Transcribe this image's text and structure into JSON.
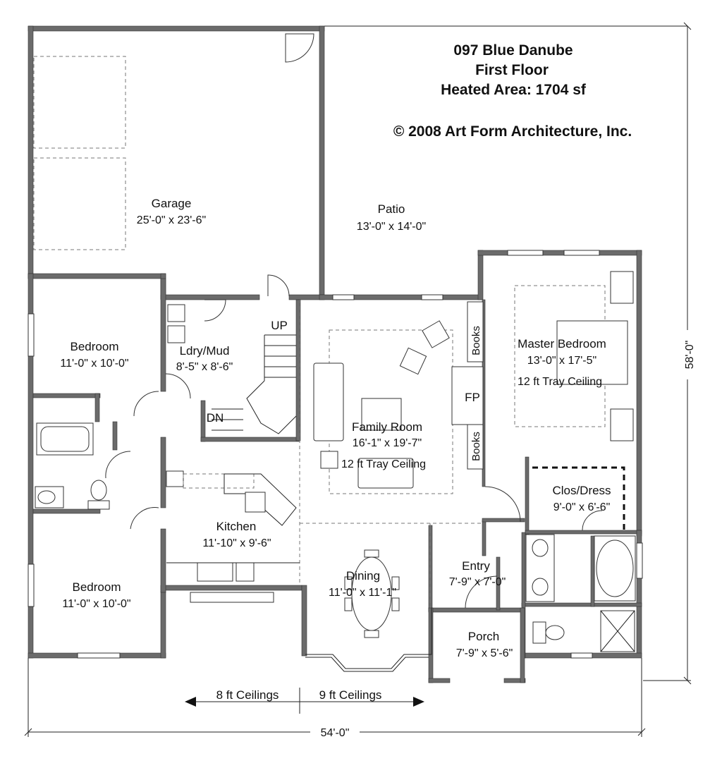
{
  "title": {
    "line1": "097 Blue Danube",
    "line2": "First Floor",
    "line3": "Heated Area:  1704 sf",
    "copyright": "© 2008 Art Form Architecture, Inc."
  },
  "rooms": {
    "garage": {
      "name": "Garage",
      "dims": "25'-0\" x 23'-6\""
    },
    "patio": {
      "name": "Patio",
      "dims": "13'-0\" x 14'-0\""
    },
    "bedroom_top": {
      "name": "Bedroom",
      "dims": "11'-0\" x 10'-0\""
    },
    "laundry": {
      "name": "Ldry/Mud",
      "dims": "8'-5\" x 8'-6\""
    },
    "master": {
      "name": "Master Bedroom",
      "dims": "13'-0\" x 17'-5\"",
      "ceiling": "12 ft Tray Ceiling"
    },
    "family": {
      "name": "Family Room",
      "dims": "16'-1\" x 19'-7\"",
      "ceiling": "12 ft Tray Ceiling"
    },
    "closet": {
      "name": "Clos/Dress",
      "dims": "9'-0\" x 6'-6\""
    },
    "kitchen": {
      "name": "Kitchen",
      "dims": "11'-10\" x 9'-6\""
    },
    "dining": {
      "name": "Dining",
      "dims": "11'-0\" x 11'-1\""
    },
    "entry": {
      "name": "Entry",
      "dims": "7'-9\" x 7'-0\""
    },
    "bedroom_bottom": {
      "name": "Bedroom",
      "dims": "11'-0\" x 10'-0\""
    },
    "porch": {
      "name": "Porch",
      "dims": "7'-9\" x 5'-6\""
    }
  },
  "labels": {
    "up": "UP",
    "dn": "DN",
    "books_top": "Books",
    "books_bottom": "Books",
    "fp": "FP"
  },
  "ceilings": {
    "left": "8 ft Ceilings",
    "right": "9 ft Ceilings"
  },
  "dimensions": {
    "width": "54'-0\"",
    "depth": "58'-0\""
  }
}
